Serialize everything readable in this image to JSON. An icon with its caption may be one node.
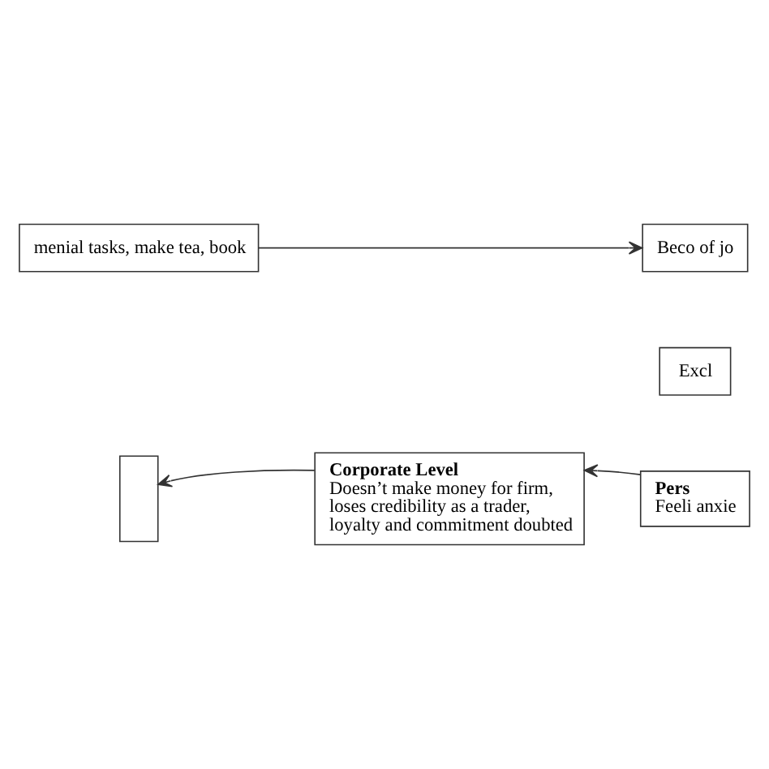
{
  "diagram": {
    "nodes": [
      {
        "text": [
          "menial tasks, make tea, book"
        ]
      },
      {
        "text": [
          "Beco of jo"
        ]
      },
      {
        "text": [
          "Excl"
        ]
      },
      {
        "text": [],
        "shape": "box"
      },
      {
        "text": [
          "Corporate Level",
          "Doesn’t make money for firm, loses credibility as a trader, loyalty and commitment doubted"
        ]
      },
      {
        "text": [
          "Pers",
          "Feeli anxie"
        ]
      }
    ],
    "edges": [
      {
        "from": 0,
        "to": 1,
        "arrow": "to"
      },
      {
        "from": 4,
        "to": 3,
        "arrow": "to"
      },
      {
        "from": 5,
        "to": 4,
        "arrow": "to"
      }
    ]
  }
}
